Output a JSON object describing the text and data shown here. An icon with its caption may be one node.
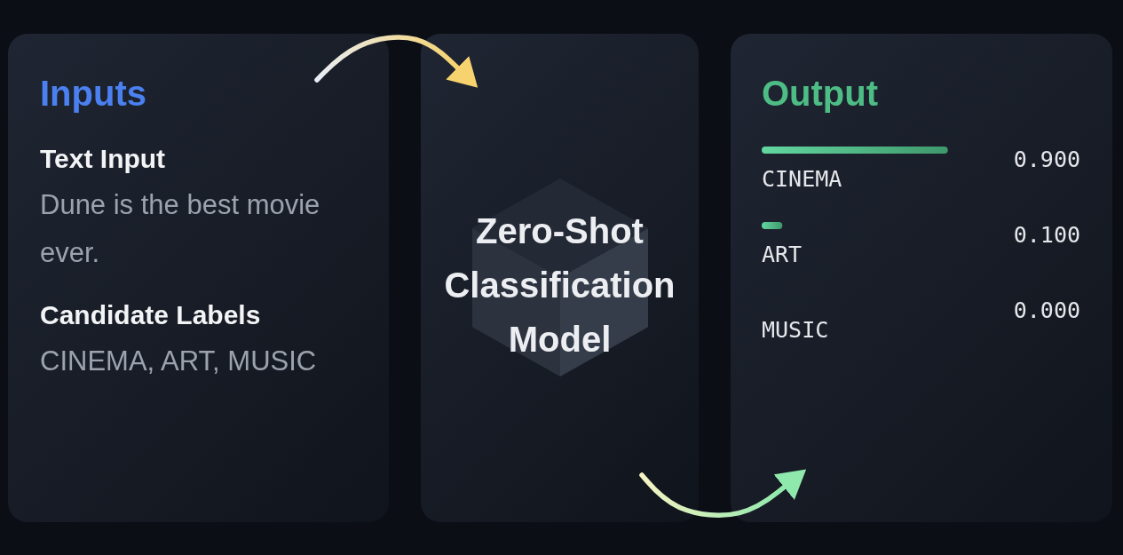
{
  "diagram": {
    "nodes": [
      {
        "text": [
          "Inputs",
          "Text Input",
          "Dune is the best movie ever.",
          "Candidate Labels",
          "CINEMA, ART, MUSIC"
        ]
      },
      {
        "text": [
          "Zero-Shot Classification Model"
        ]
      },
      {
        "text": [
          "Output"
        ]
      }
    ],
    "edges": [
      {
        "from": 0,
        "to": 1,
        "arrow": "to",
        "color": "#f6d36f"
      },
      {
        "from": 1,
        "to": 2,
        "arrow": "to",
        "color": "#8fe9ac"
      }
    ],
    "chart_data": {
      "type": "bar",
      "orientation": "horizontal",
      "categories": [
        "CINEMA",
        "ART",
        "MUSIC"
      ],
      "values": [
        0.9,
        0.1,
        0
      ],
      "value_labels": [
        "0.900",
        "0.100",
        "0.000"
      ]
    }
  }
}
